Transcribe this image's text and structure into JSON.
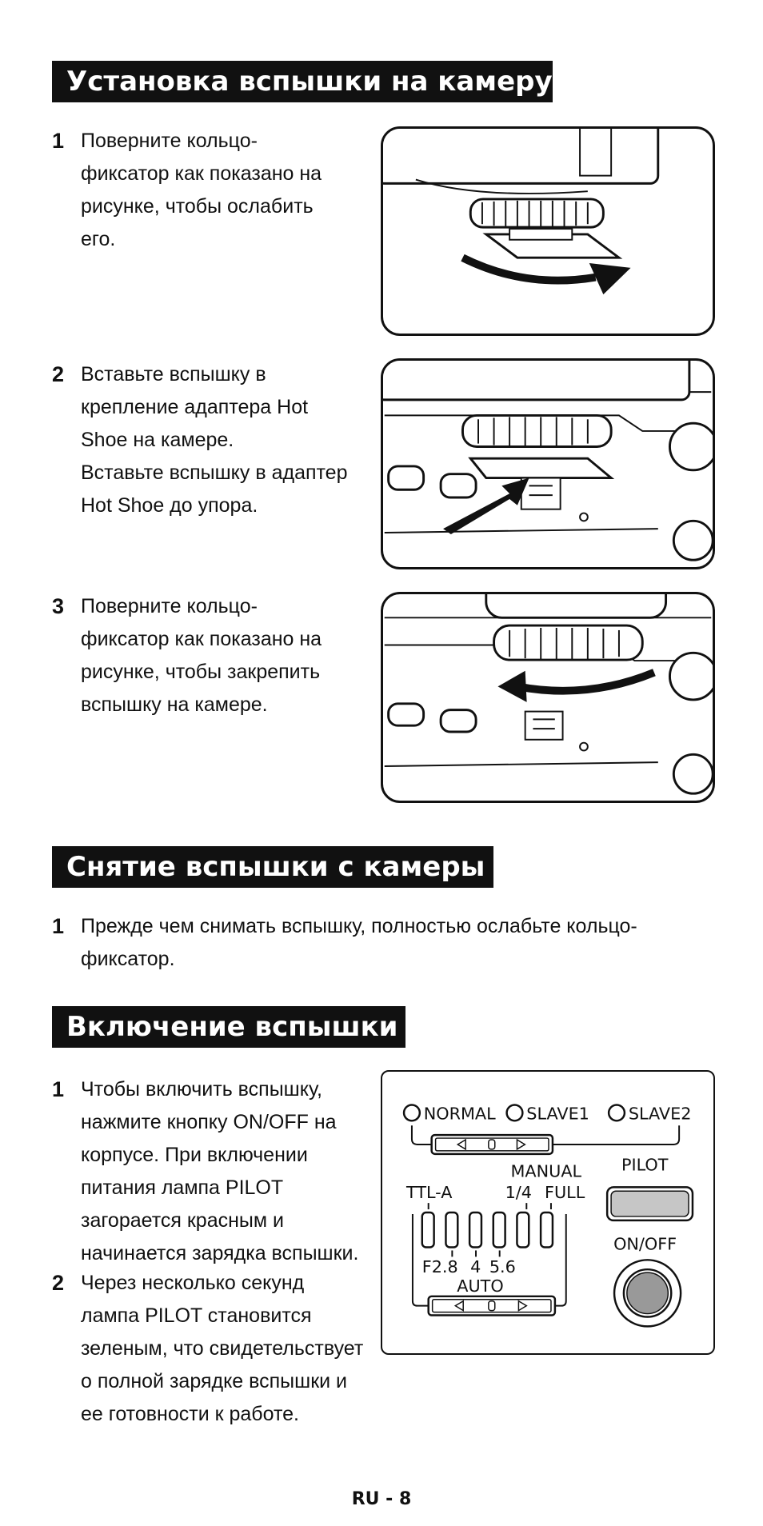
{
  "sections": {
    "install": {
      "title": "Установка вспышки на камеру",
      "steps": [
        {
          "num": "1",
          "text": "Поверните кольцо-\nфиксатор как показано на\nрисунке, чтобы ослабить\nего."
        },
        {
          "num": "2",
          "text": "Вставьте вспышку в\nкрепление адаптера Hot\nShoe на камере.\nВставьте вспышку в адаптер\nHot Shoe до упора."
        },
        {
          "num": "3",
          "text": "Поверните кольцо-\nфиксатор как показано на\nрисунке, чтобы закрепить\nвспышку на камере."
        }
      ]
    },
    "remove": {
      "title": "Снятие вспышки с камеры",
      "steps": [
        {
          "num": "1",
          "text": "Прежде чем снимать вспышку, полностью ослабьте кольцо-\nфиксатор."
        }
      ]
    },
    "power": {
      "title": "Включение вспышки",
      "steps": [
        {
          "num": "1",
          "text": "Чтобы включить вспышку,\nнажмите кнопку ON/OFF на\nкорпусе. При включении\nпитания лампа PILOT\nзагорается красным и\nначинается зарядка вспышки."
        },
        {
          "num": "2",
          "text": "Через несколько секунд\nлампа PILOT становится\nзеленым, что свидетельствует\nо полной зарядке вспышки и\nее готовности к работе."
        }
      ]
    }
  },
  "panel": {
    "modes": [
      "NORMAL",
      "SLAVE1",
      "SLAVE2"
    ],
    "pilot": "PILOT",
    "manual": "MANUAL",
    "ttl": "TTL-A",
    "quarter": "1/4",
    "full": "FULL",
    "apertures": [
      "F2.8",
      "4",
      "5.6"
    ],
    "auto": "AUTO",
    "onoff": "ON/OFF"
  },
  "footer": "RU - 8"
}
